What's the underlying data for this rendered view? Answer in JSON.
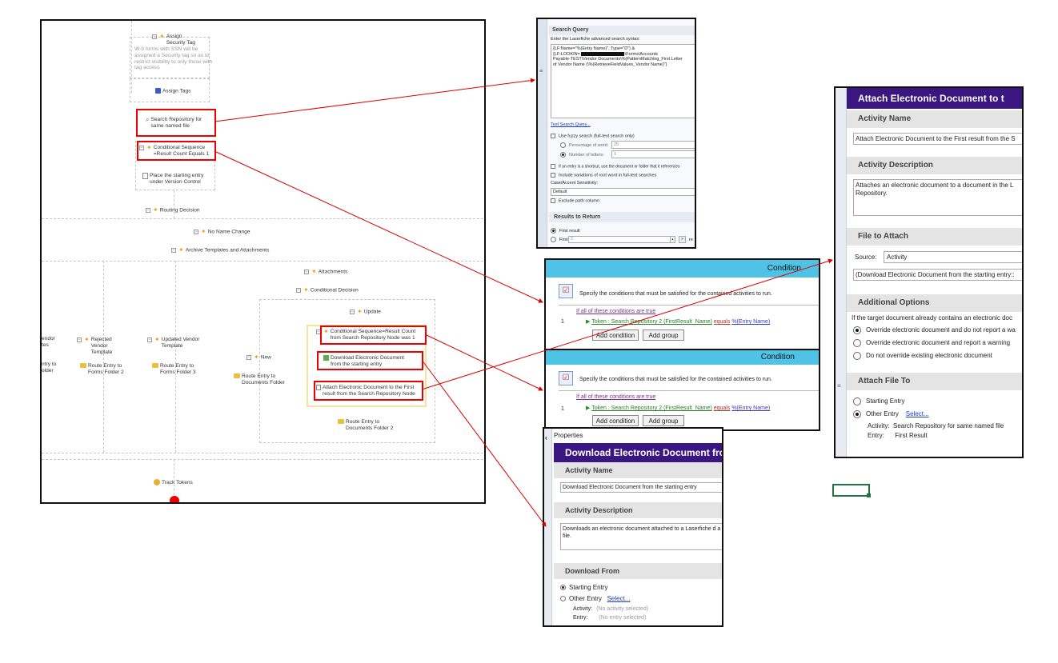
{
  "workflow": {
    "assign_security_tag": "Assign Security Tag",
    "w9_note": "W-9 forms with SSN will be assigned a Security tag so as to restrict visibility to only those with tag access",
    "assign_tags": "Assign Tags",
    "search_repository": "Search Repository for same named file",
    "cond_seq_count1": "Conditional Sequence =Result Count Equals 1",
    "place_version_control": "Place the starting entry under Version Control",
    "routing_decision": "Routing Decision",
    "no_name_change": "No Name Change",
    "archive_templates": "Archive Templates and Attachments",
    "attachments": "Attachments",
    "conditional_decision": "Conditional Decision",
    "update": "Update",
    "vendor_partial": "endor tes",
    "entry_folder_partial": "ntry to older",
    "rejected_vendor": "Rejected Vendor Template",
    "route_forms2": "Route Entry to Forms Folder 2",
    "updated_vendor": "Updated Vendor Template",
    "route_forms3": "Route Entry to Forms Folder 3",
    "new": "New",
    "route_docs": "Route Entry to Documents Folder",
    "cond_seq_search": "Conditional Sequence=Result Count from Search Repository Node was 1",
    "download_doc": "Download Electronic Document from the starting entry",
    "attach_doc": "Attach Electronic Document to the First result from the Search Repository Node",
    "route_docs2": "Route Entry to Documents Folder 2",
    "track_tokens": "Track Tokens"
  },
  "search_query": {
    "header": "Search Query",
    "instruction": "Enter the Laserfiche advanced search syntax:",
    "query_line1": "{LF:Name=\"%(Entry Name)\", Type=\"D\"} &",
    "query_line2": "{LF:LOOKIN=",
    "query_line2b": "\\Forms\\Accounts",
    "query_line3": "Payable-TEST\\Vendor Documents\\%(PatternMatching_First Letter",
    "query_line4": "of Vendor Name (\\%(RetrieveFieldValues_Vendor Name)\"}",
    "test_link": "Test Search Query...",
    "fuzzy": "Use fuzzy search (full-text search only)",
    "pct_word": "Percentage of word:",
    "pct_value": "25",
    "num_letters": "Number of letters:",
    "num_value": "1",
    "shortcut": "If an entry is a shortcut, use the document or folder that it references",
    "variations": "Include variations of root word in full-text searches",
    "sensitivity_label": "Case/Accent Sensitivity:",
    "sensitivity_value": "Default",
    "exclude_path": "Exclude path column",
    "results_header": "Results to Return",
    "first_result": "First result",
    "first": "First",
    "first_value": "2",
    "re": "re"
  },
  "condition1": {
    "title": "Condition",
    "desc": "Specify the conditions that must be satisfied for the contained activities to run.",
    "if_all": "If all of these conditions are true",
    "row_num": "1",
    "token": "Token : Search Repository 2 (FirstResult_Name)",
    "op": "equals",
    "value": "%(Entry Name)",
    "add_condition": "Add condition",
    "add_group": "Add group"
  },
  "condition2": {
    "title": "Condition",
    "desc": "Specify the conditions that must be satisfied for the contained activities to run.",
    "if_all": "If all of these conditions are true",
    "row_num": "1",
    "token": "Token : Search Repository 2 (FirstResult_Name)",
    "op": "equals",
    "value": "%(Entry Name)",
    "add_condition": "Add condition",
    "add_group": "Add group"
  },
  "download": {
    "properties": "Properties",
    "title": "Download Electronic Document fror",
    "activity_name_header": "Activity Name",
    "activity_name": "Download Electronic Document from the starting entry",
    "activity_desc_header": "Activity Description",
    "activity_desc": "Downloads an electronic document attached to a Laserfiche d a file.",
    "download_from_header": "Download From",
    "starting_entry": "Starting Entry",
    "other_entry": "Other Entry",
    "select": "Select...",
    "activity_label": "Activity:",
    "activity_value": "(No activity selected)",
    "entry_label": "Entry:",
    "entry_value": "(No entry selected)"
  },
  "attach": {
    "title": "Attach Electronic Document to t",
    "activity_name_header": "Activity Name",
    "activity_name": "Attach Electronic Document to the First result from the S",
    "activity_desc_header": "Activity Description",
    "activity_desc": "Attaches an electronic document to a document in the L Repository.",
    "file_to_attach_header": "File to Attach",
    "source_label": "Source:",
    "source_value": "Activity",
    "source_detail": "(Download Electronic Document from the starting entry::",
    "additional_header": "Additional Options",
    "if_target": "If the target document already contains an electronic doc",
    "override_no_warn": "Override electronic document and do not report a wa",
    "override_warn": "Override electronic document and report a warning",
    "no_override": "Do not override existing electronic document",
    "attach_to_header": "Attach File To",
    "starting_entry": "Starting Entry",
    "other_entry": "Other Entry",
    "select": "Select...",
    "activity_label": "Activity:",
    "activity_value": "Search Repository for same named file",
    "entry_label": "Entry:",
    "entry_value": "First Result"
  },
  "colors": {
    "red": "#dd0000",
    "purple_title": "#3a1680",
    "condition_blue": "#4fc3e6",
    "link_blue": "#1a3cd0"
  }
}
